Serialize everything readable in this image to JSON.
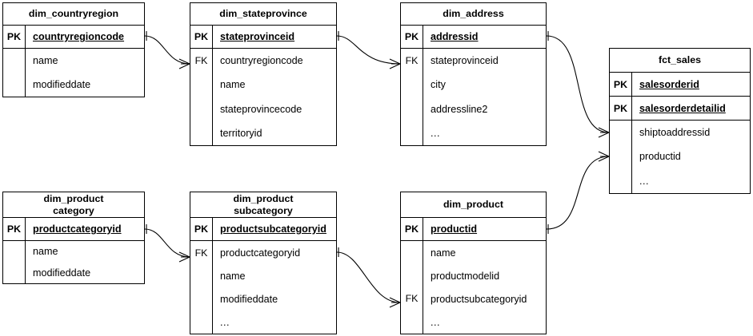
{
  "diagram": {
    "type": "entity-relationship-diagram",
    "notation": "crow's foot",
    "background_color": "#ffffff",
    "line_color": "#000000"
  },
  "entities": [
    {
      "id": "dim_countryregion",
      "title": "dim_countryregion",
      "keys": [
        {
          "marker": "PK",
          "name": "countryregioncode"
        }
      ],
      "attributes": [
        {
          "marker": "",
          "name": "name"
        },
        {
          "marker": "",
          "name": "modifieddate"
        }
      ]
    },
    {
      "id": "dim_stateprovince",
      "title": "dim_stateprovince",
      "keys": [
        {
          "marker": "PK",
          "name": "stateprovinceid"
        }
      ],
      "attributes": [
        {
          "marker": "FK",
          "name": "countryregioncode"
        },
        {
          "marker": "",
          "name": "name"
        },
        {
          "marker": "",
          "name": "stateprovincecode"
        },
        {
          "marker": "",
          "name": "territoryid"
        }
      ]
    },
    {
      "id": "dim_address",
      "title": "dim_address",
      "keys": [
        {
          "marker": "PK",
          "name": "addressid"
        }
      ],
      "attributes": [
        {
          "marker": "FK",
          "name": "stateprovinceid"
        },
        {
          "marker": "",
          "name": "city"
        },
        {
          "marker": "",
          "name": "addressline2"
        },
        {
          "marker": "",
          "name": "..."
        }
      ]
    },
    {
      "id": "fct_sales",
      "title": "fct_sales",
      "keys": [
        {
          "marker": "PK",
          "name": "salesorderid"
        },
        {
          "marker": "PK",
          "name": "salesorderdetailid"
        }
      ],
      "attributes": [
        {
          "marker": "",
          "name": "shiptoaddressid"
        },
        {
          "marker": "",
          "name": "productid"
        },
        {
          "marker": "",
          "name": "..."
        }
      ]
    },
    {
      "id": "dim_productcategory",
      "title": "dim_product\ncategory",
      "keys": [
        {
          "marker": "PK",
          "name": "productcategoryid"
        }
      ],
      "attributes": [
        {
          "marker": "",
          "name": "name"
        },
        {
          "marker": "",
          "name": "modifieddate"
        }
      ]
    },
    {
      "id": "dim_productsubcategory",
      "title": "dim_product\nsubcategory",
      "keys": [
        {
          "marker": "PK",
          "name": "productsubcategoryid"
        }
      ],
      "attributes": [
        {
          "marker": "FK",
          "name": "productcategoryid"
        },
        {
          "marker": "",
          "name": "name"
        },
        {
          "marker": "",
          "name": "modifieddate"
        },
        {
          "marker": "",
          "name": "..."
        }
      ]
    },
    {
      "id": "dim_product",
      "title": "dim_product",
      "keys": [
        {
          "marker": "PK",
          "name": "productid"
        }
      ],
      "attributes": [
        {
          "marker": "",
          "name": "name"
        },
        {
          "marker": "",
          "name": "productmodelid"
        },
        {
          "marker": "FK",
          "name": "productsubcategoryid"
        },
        {
          "marker": "",
          "name": "..."
        }
      ]
    }
  ],
  "relationships": [
    {
      "from": "dim_countryregion.countryregioncode",
      "to": "dim_stateprovince.countryregioncode",
      "from_cardinality": "one",
      "to_cardinality": "many"
    },
    {
      "from": "dim_stateprovince.stateprovinceid",
      "to": "dim_address.stateprovinceid",
      "from_cardinality": "one",
      "to_cardinality": "many"
    },
    {
      "from": "dim_address.addressid",
      "to": "fct_sales.shiptoaddressid",
      "from_cardinality": "one",
      "to_cardinality": "many"
    },
    {
      "from": "dim_product.productid",
      "to": "fct_sales.productid",
      "from_cardinality": "one",
      "to_cardinality": "many"
    },
    {
      "from": "dim_productcategory.productcategoryid",
      "to": "dim_productsubcategory.productcategoryid",
      "from_cardinality": "one",
      "to_cardinality": "many"
    },
    {
      "from": "dim_productsubcategory.productsubcategoryid",
      "to": "dim_product.productsubcategoryid",
      "from_cardinality": "one",
      "to_cardinality": "many"
    }
  ]
}
